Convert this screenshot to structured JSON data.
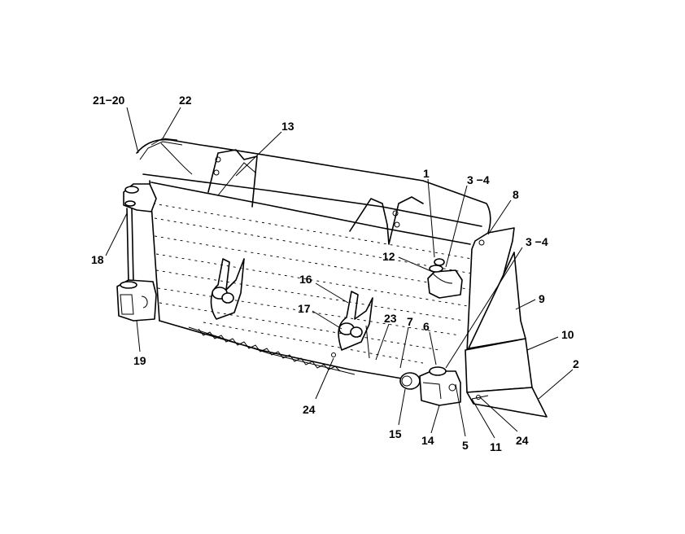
{
  "diagram": {
    "callouts": [
      {
        "id": "c-21-20",
        "label": "21−20"
      },
      {
        "id": "c-22",
        "label": "22"
      },
      {
        "id": "c-13",
        "label": "13"
      },
      {
        "id": "c-1",
        "label": "1"
      },
      {
        "id": "c-3-4-top",
        "label": "3 −4"
      },
      {
        "id": "c-8",
        "label": "8"
      },
      {
        "id": "c-3-4-mid",
        "label": "3 −4"
      },
      {
        "id": "c-12",
        "label": "12"
      },
      {
        "id": "c-18",
        "label": "18"
      },
      {
        "id": "c-9",
        "label": "9"
      },
      {
        "id": "c-16",
        "label": "16"
      },
      {
        "id": "c-17",
        "label": "17"
      },
      {
        "id": "c-23",
        "label": "23"
      },
      {
        "id": "c-7",
        "label": "7"
      },
      {
        "id": "c-6",
        "label": "6"
      },
      {
        "id": "c-10",
        "label": "10"
      },
      {
        "id": "c-2",
        "label": "2"
      },
      {
        "id": "c-19",
        "label": "19"
      },
      {
        "id": "c-24-left",
        "label": "24"
      },
      {
        "id": "c-15",
        "label": "15"
      },
      {
        "id": "c-14",
        "label": "14"
      },
      {
        "id": "c-5",
        "label": "5"
      },
      {
        "id": "c-11",
        "label": "11"
      },
      {
        "id": "c-24-right",
        "label": "24"
      }
    ]
  }
}
